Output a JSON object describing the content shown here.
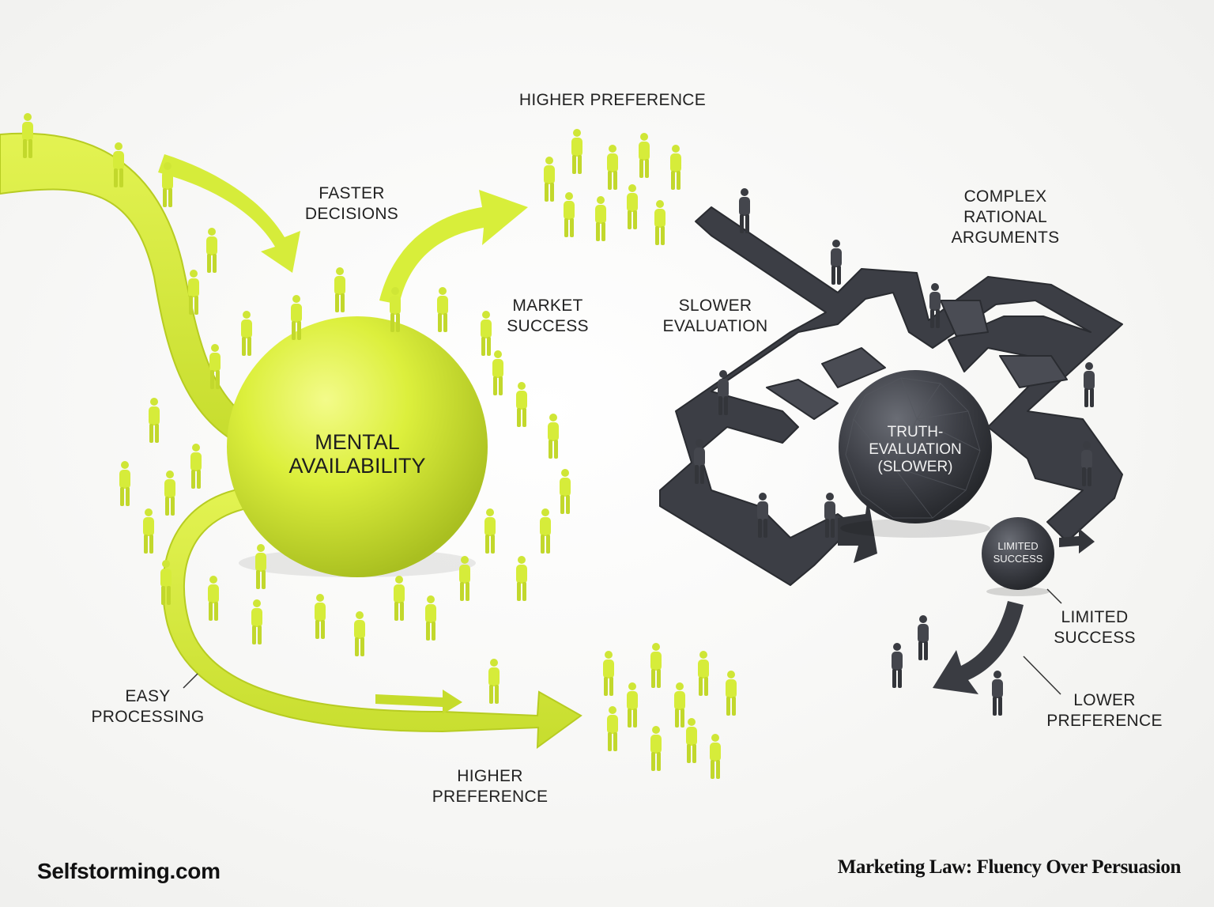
{
  "labels": {
    "faster_decisions": "FASTER\nDECISIONS",
    "higher_preference_top": "HIGHER PREFERENCE",
    "market_success": "MARKET\nSUCCESS",
    "slower_evaluation": "SLOWER\nEVALUATION",
    "complex_rational_arguments": "COMPLEX\nRATIONAL\nARGUMENTS",
    "easy_processing": "EASY\nPROCESSING",
    "higher_preference_bottom": "HIGHER\nPREFERENCE",
    "limited_success_label": "LIMITED\nSUCCESS",
    "lower_preference": "LOWER\nPREFERENCE"
  },
  "spheres": {
    "mental_availability": "MENTAL\nAVAILABILITY",
    "truth_evaluation": "TRUTH-\nEVALUATION\n(SLOWER)",
    "limited_success": "LIMITED\nSUCCESS"
  },
  "footer": {
    "brand": "Selfstorming.com",
    "title": "Marketing Law: Fluency Over Persuasion"
  },
  "colors": {
    "lime": "#d8ee3a",
    "lime_dark": "#b9d02a",
    "charcoal": "#3c3e45",
    "charcoal_dark": "#2a2c31",
    "text": "#222222"
  }
}
